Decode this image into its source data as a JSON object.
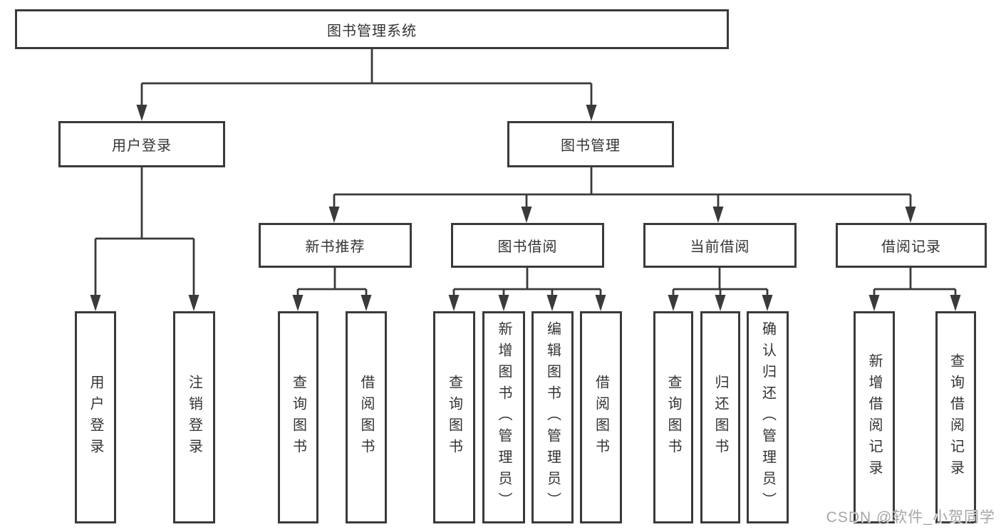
{
  "tree": {
    "label": "图书管理系统",
    "children": [
      {
        "label": "用户登录",
        "children": [
          {
            "label": "用户登录"
          },
          {
            "label": "注销登录"
          }
        ]
      },
      {
        "label": "图书管理",
        "children": [
          {
            "label": "新书推荐",
            "children": [
              {
                "label": "查询图书"
              },
              {
                "label": "借阅图书"
              }
            ]
          },
          {
            "label": "图书借阅",
            "children": [
              {
                "label": "查询图书"
              },
              {
                "label": "新增图书（管理员）"
              },
              {
                "label": "编辑图书（管理员）"
              },
              {
                "label": "借阅图书"
              }
            ]
          },
          {
            "label": "当前借阅",
            "children": [
              {
                "label": "查询图书"
              },
              {
                "label": "归还图书"
              },
              {
                "label": "确认归还（管理员）"
              }
            ]
          },
          {
            "label": "借阅记录",
            "children": [
              {
                "label": "新增借阅记录"
              },
              {
                "label": "查询借阅记录"
              }
            ]
          }
        ]
      }
    ]
  },
  "watermark": {
    "text": "CSDN @软件_小贺同学"
  },
  "colors": {
    "line": "#3a3a3a",
    "text": "#333333",
    "box_background": "#ffffff",
    "watermark": "#a6a6a6",
    "background": "#ffffff"
  }
}
